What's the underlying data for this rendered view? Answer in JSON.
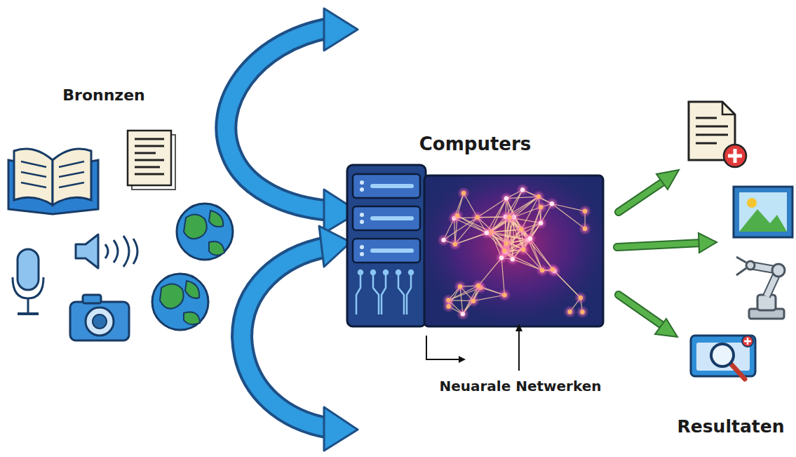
{
  "diagram": {
    "nodes": [
      {
        "text": [
          "Computers"
        ]
      }
    ],
    "labels": [
      "Bronnzen",
      "Neuarale Netwerken",
      "Resultaten"
    ]
  }
}
